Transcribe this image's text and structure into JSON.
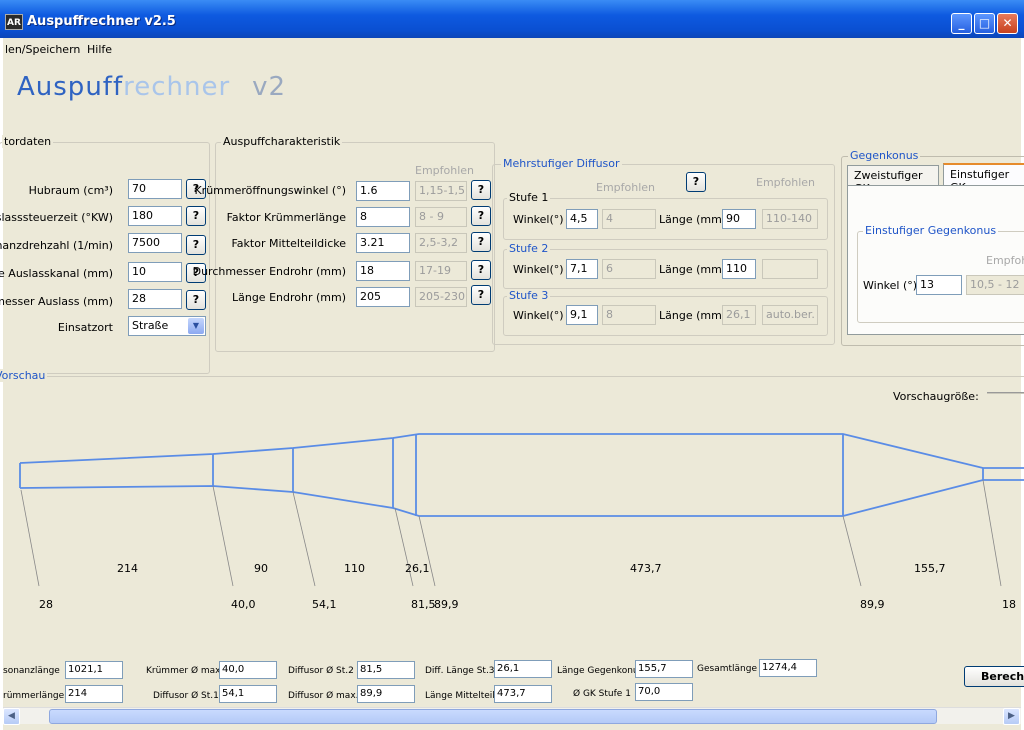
{
  "window": {
    "title": "Auspuffrechner v2.5",
    "icon_text": "AR",
    "min": "_",
    "max": "□",
    "close": "✕"
  },
  "menu": [
    "len/Speichern",
    "Hilfe"
  ],
  "logo": {
    "part1": "Auspuff",
    "part2": "rechner",
    "part3": "v2"
  },
  "motordaten": {
    "title": "tordaten",
    "rows": [
      {
        "label": "Hubraum (cm³)",
        "value": "70"
      },
      {
        "label": "Auslasssteuerzeit (°KW)",
        "value": "180"
      },
      {
        "label": "esonanzdrehzahl (1/min)",
        "value": "7500"
      },
      {
        "label": "änge Auslasskanal (mm)",
        "value": "10"
      },
      {
        "label": "rchmesser Auslass (mm)",
        "value": "28"
      }
    ],
    "einsatz_label": "Einsatzort",
    "einsatz_value": "Straße",
    "help": "?"
  },
  "auspuff": {
    "title": "Auspuffcharakteristik",
    "empfohlen": "Empfohlen",
    "rows": [
      {
        "label": "Krümmeröffnungswinkel (°)",
        "value": "1.6",
        "rec": "1,15-1,5"
      },
      {
        "label": "Faktor Krümmerlänge",
        "value": "8",
        "rec": "8 - 9"
      },
      {
        "label": "Faktor Mittelteildicke",
        "value": "3.21",
        "rec": "2,5-3,2"
      },
      {
        "label": "Durchmesser Endrohr (mm)",
        "value": "18",
        "rec": "17-19"
      },
      {
        "label": "Länge Endrohr (mm)",
        "value": "205",
        "rec": "205-230"
      }
    ]
  },
  "diffusor": {
    "title": "Mehrstufiger Diffusor",
    "empfohlen": "Empfohlen",
    "winkel": "Winkel(°)",
    "laenge": "Länge (mm)",
    "stufen": [
      {
        "title": "Stufe 1",
        "winkel": "4,5",
        "winkel_rec": "4",
        "laenge": "90",
        "laenge_rec": "110-140"
      },
      {
        "title": "Stufe 2",
        "winkel": "7,1",
        "winkel_rec": "6",
        "laenge": "110",
        "laenge_rec": ""
      },
      {
        "title": "Stufe 3",
        "winkel": "9,1",
        "winkel_rec": "8",
        "laenge": "26,1",
        "laenge_rec": "auto.ber."
      }
    ]
  },
  "gegenkonus": {
    "title": "Gegenkonus",
    "tabs": [
      "Zweistufiger GK",
      "Einstufiger GK"
    ],
    "inner_title": "Einstufiger Gegenkonus",
    "empfohlen": "Empfohlen",
    "winkel_label": "Winkel (°)",
    "winkel": "13",
    "winkel_rec": "10,5 - 12"
  },
  "vorschau": {
    "title": "Vorschau",
    "groesse_label": "Vorschaugröße:",
    "lengths": [
      "214",
      "90",
      "110",
      "26,1",
      "473,7",
      "155,7"
    ],
    "diameters": [
      "28",
      "40,0",
      "54,1",
      "81,5",
      "89,9",
      "89,9",
      "18"
    ]
  },
  "results": [
    {
      "label": "sonanzlänge",
      "value": "1021,1"
    },
    {
      "label": "Krümmer Ø max",
      "value": "40,0"
    },
    {
      "label": "Diffusor Ø St.2",
      "value": "81,5"
    },
    {
      "label": "Diff. Länge St.3",
      "value": "26,1"
    },
    {
      "label": "Länge Gegenkonus",
      "value": "155,7"
    },
    {
      "label": "Gesamtlänge",
      "value": "1274,4"
    },
    {
      "label": "rümmerlänge",
      "value": "214"
    },
    {
      "label": "Diffusor Ø St.1",
      "value": "54,1"
    },
    {
      "label": "Diffusor Ø max.",
      "value": "89,9"
    },
    {
      "label": "Länge Mittelteil",
      "value": "473,7"
    },
    {
      "label": "Ø GK Stufe 1",
      "value": "70,0"
    }
  ],
  "calc_button": "Berech",
  "scroll": {
    "left": "◀",
    "right": "▶"
  }
}
